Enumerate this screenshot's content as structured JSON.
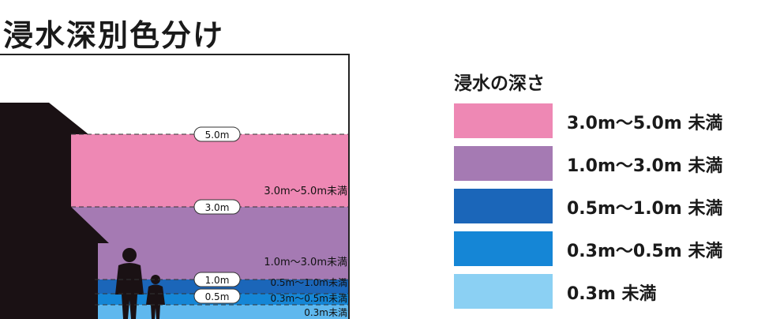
{
  "title": "浸水深別色分け",
  "diagram": {
    "bands": [
      {
        "range": "3.0m～5.0m未満",
        "color": "#ee88b4"
      },
      {
        "range": "1.0m～3.0m未満",
        "color": "#a57ab3"
      },
      {
        "range": "0.5m～1.0m未満",
        "color": "#1b66b9"
      },
      {
        "range": "0.3m～0.5m未満",
        "color": "#1586d6"
      },
      {
        "range": "0.3m未満",
        "color": "#5fb8ee"
      }
    ],
    "markers": [
      "5.0m",
      "3.0m",
      "1.0m",
      "0.5m"
    ],
    "labels": [
      "3.0m～5.0m未満",
      "1.0m～3.0m未満",
      "0.5m～1.0m未満",
      "0.3m～0.5m未満",
      "0.3m未満"
    ],
    "house_color": "#1a1114"
  },
  "legend": {
    "title": "浸水の深さ",
    "items": [
      {
        "label": "3.0m～5.0m 未満",
        "color": "#ee88b4"
      },
      {
        "label": "1.0m～3.0m 未満",
        "color": "#a57ab3"
      },
      {
        "label": "0.5m～1.0m 未満",
        "color": "#1b66b9"
      },
      {
        "label": "0.3m～0.5m 未満",
        "color": "#1586d6"
      },
      {
        "label": "0.3m 未満",
        "color": "#8bd0f3"
      }
    ]
  }
}
